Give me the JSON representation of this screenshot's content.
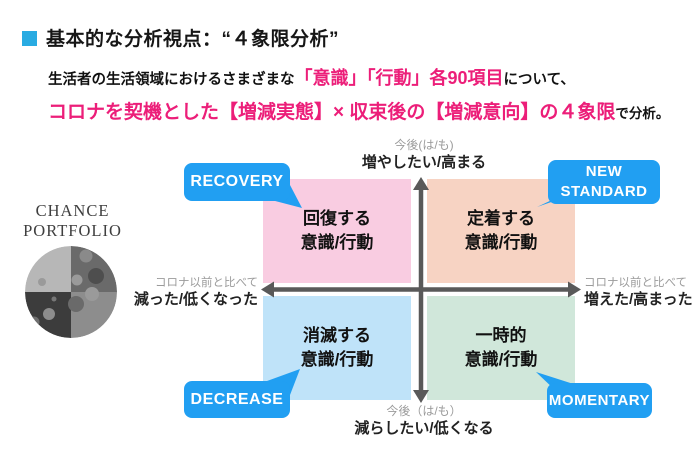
{
  "header": {
    "title": "基本的な分析視点：“４象限分析”"
  },
  "intro": {
    "line1": [
      {
        "text": "生活者の生活領域におけるさまざまな"
      },
      {
        "text": "「意識」「行動」各90項目"
      },
      {
        "text": "について、"
      }
    ],
    "line2": [
      {
        "text": "コロナを契機とした【増減実態】× 収束後の【増減意向】の４象限"
      },
      {
        "text": "で分析。"
      }
    ]
  },
  "logo": {
    "line1": "CHANCE",
    "line2": "PORTFOLIO"
  },
  "axes": {
    "top": {
      "sub": "今後(は/も)",
      "main": "増やしたい/高まる"
    },
    "bottom": {
      "sub": "今後（は/も）",
      "main": "減らしたい/低くなる"
    },
    "left": {
      "sub": "コロナ以前と比べて",
      "main": "減った/低くなった"
    },
    "right": {
      "sub": "コロナ以前と比べて",
      "main": "増えた/高まった"
    }
  },
  "quadrants": {
    "top_left": {
      "label": "RECOVERY",
      "title": "回復する",
      "subtitle": "意識/行動",
      "color": "#f9cce1"
    },
    "top_right": {
      "label": "NEW STANDARD",
      "title": "定着する",
      "subtitle": "意識/行動",
      "color": "#f7d3c3"
    },
    "bottom_left": {
      "label": "DECREASE",
      "title": "消滅する",
      "subtitle": "意識/行動",
      "color": "#bfe3f9"
    },
    "bottom_right": {
      "label": "MOMENTARY",
      "title": "一時的",
      "subtitle": "意識/行動",
      "color": "#d0e7da"
    }
  },
  "colors": {
    "title_bullet": "#29abe2",
    "accent_pink": "#ec1e79",
    "bubble_blue": "#219ff2",
    "axis_gray": "#595959"
  }
}
